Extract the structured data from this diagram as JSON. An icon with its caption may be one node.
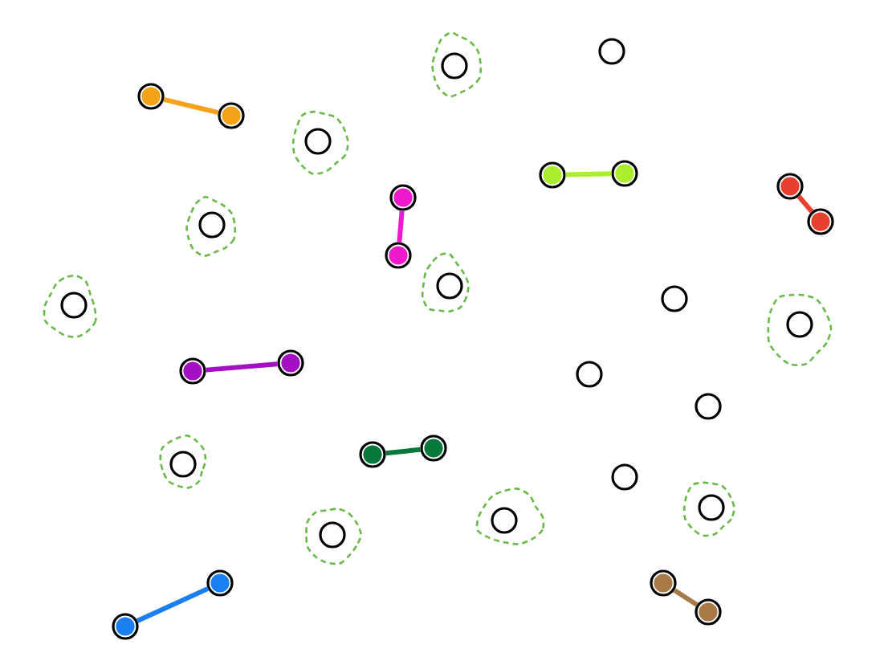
{
  "diagram": {
    "nodes": [
      {
        "text": [],
        "shape": "circle"
      },
      {
        "text": [],
        "shape": "blob"
      },
      {
        "text": [],
        "shape": "circle",
        "in": 1
      },
      {
        "text": [],
        "shape": "circle"
      },
      {
        "text": [],
        "shape": "circle"
      },
      {
        "text": [],
        "shape": "blob"
      },
      {
        "text": [],
        "shape": "circle",
        "in": 5
      },
      {
        "text": [],
        "shape": "circle"
      },
      {
        "text": [],
        "shape": "circle"
      },
      {
        "text": [],
        "shape": "circle"
      },
      {
        "text": [],
        "shape": "circle"
      },
      {
        "text": [],
        "shape": "circle"
      },
      {
        "text": [],
        "shape": "blob"
      },
      {
        "text": [],
        "shape": "circle",
        "in": 12
      },
      {
        "text": [],
        "shape": "circle"
      },
      {
        "text": [],
        "shape": "blob"
      },
      {
        "text": [],
        "shape": "circle",
        "in": 15
      },
      {
        "text": [],
        "shape": "circle"
      },
      {
        "text": [],
        "shape": "blob"
      },
      {
        "text": [],
        "shape": "circle",
        "in": 18
      },
      {
        "text": [],
        "shape": "blob"
      },
      {
        "text": [],
        "shape": "circle",
        "in": 20
      },
      {
        "text": [],
        "shape": "circle"
      },
      {
        "text": [],
        "shape": "circle"
      },
      {
        "text": [],
        "shape": "circle"
      },
      {
        "text": [],
        "shape": "circle"
      },
      {
        "text": [],
        "shape": "circle"
      },
      {
        "text": [],
        "shape": "circle"
      },
      {
        "text": [],
        "shape": "blob"
      },
      {
        "text": [],
        "shape": "circle",
        "in": 28
      },
      {
        "text": [],
        "shape": "circle"
      },
      {
        "text": [],
        "shape": "blob"
      },
      {
        "text": [],
        "shape": "circle",
        "in": 31
      },
      {
        "text": [],
        "shape": "blob"
      },
      {
        "text": [],
        "shape": "circle",
        "in": 33
      },
      {
        "text": [],
        "shape": "blob"
      },
      {
        "text": [],
        "shape": "circle",
        "in": 35
      },
      {
        "text": [],
        "shape": "circle"
      },
      {
        "text": [],
        "shape": "circle"
      },
      {
        "text": [],
        "shape": "circle"
      },
      {
        "text": [],
        "shape": "circle"
      }
    ],
    "edges": [
      {
        "from": 3,
        "to": 4,
        "arrow": "none",
        "color": "#f5a21b"
      },
      {
        "from": 7,
        "to": 8,
        "arrow": "none",
        "color": "#a9ef2d"
      },
      {
        "from": 9,
        "to": 11,
        "arrow": "none",
        "color": "#e8402f"
      },
      {
        "from": 10,
        "to": 14,
        "arrow": "none",
        "color": "#f018cc"
      },
      {
        "from": 23,
        "to": 22,
        "arrow": "none",
        "color": "#a30fc3"
      },
      {
        "from": 27,
        "to": 26,
        "arrow": "none",
        "color": "#08773a"
      },
      {
        "from": 40,
        "to": 37,
        "arrow": "none",
        "color": "#1a7ff2"
      },
      {
        "from": 38,
        "to": 39,
        "arrow": "none",
        "color": "#a87a47"
      }
    ]
  }
}
